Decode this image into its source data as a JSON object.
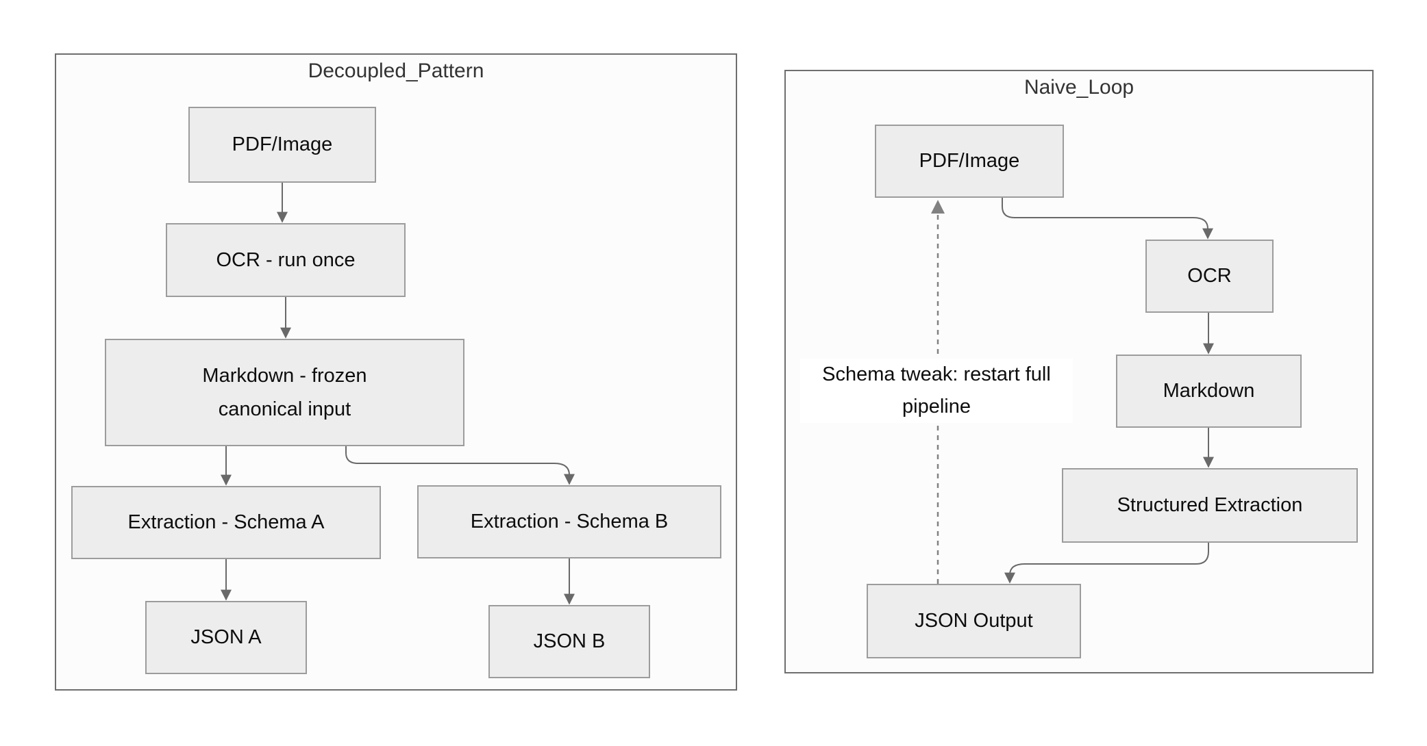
{
  "colors": {
    "background": "#ffffff",
    "panel_fill": "#fcfcfc",
    "panel_border": "#6e6e6e",
    "node_fill": "#ededed",
    "node_border": "#9c9c9c",
    "node_text": "#0d0d0d",
    "title_text": "#333333",
    "edge_stroke": "#696969",
    "dotted_edge_stroke": "#818181"
  },
  "left_diagram": {
    "title": "Decoupled_Pattern",
    "nodes": {
      "pdf_image": "PDF/Image",
      "ocr": "OCR - run once",
      "markdown_l1": "Markdown - frozen",
      "markdown_l2": "canonical input",
      "extraction_a": "Extraction - Schema A",
      "extraction_b": "Extraction - Schema B",
      "json_a": "JSON A",
      "json_b": "JSON B"
    }
  },
  "right_diagram": {
    "title": "Naive_Loop",
    "nodes": {
      "pdf_image": "PDF/Image",
      "ocr": "OCR",
      "markdown": "Markdown",
      "structured_extraction": "Structured Extraction",
      "json_output": "JSON Output"
    },
    "edge_label_l1": "Schema tweak: restart full",
    "edge_label_l2": "pipeline"
  }
}
